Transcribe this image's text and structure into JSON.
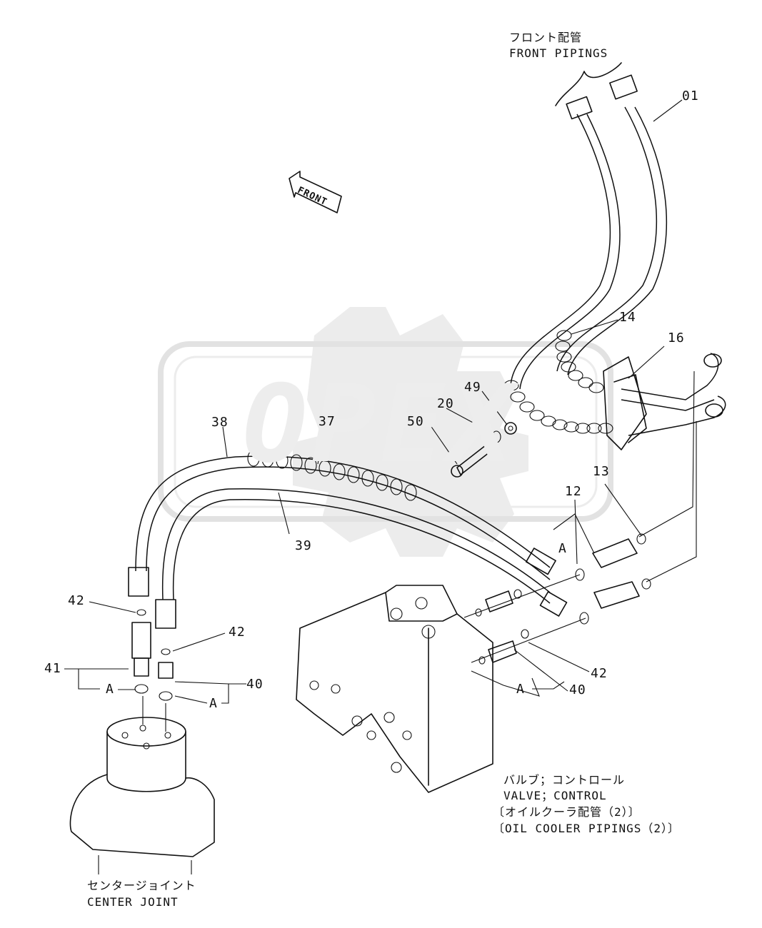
{
  "labels": {
    "front_pipings_jp": "フロント配管",
    "front_pipings_en": "FRONT PIPINGS",
    "front_arrow": "FRONT",
    "center_joint_jp": "センタージョイント",
    "center_joint_en": "CENTER JOINT",
    "valve_jp": "バルブ；コントロール",
    "valve_en": "VALVE；CONTROL",
    "oil_cooler_jp": "〔オイルクーラ配管（2）〕",
    "oil_cooler_en": "〔OIL COOLER PIPINGS（2）〕",
    "watermark": "OPEX"
  },
  "part_numbers": {
    "p01": "01",
    "p14": "14",
    "p16": "16",
    "p49": "49",
    "p20": "20",
    "p50": "50",
    "p38": "38",
    "p37": "37",
    "p39": "39",
    "p13": "13",
    "p12": "12",
    "p42a": "42",
    "p42b": "42",
    "p42c": "42",
    "p41": "41",
    "p40a": "40",
    "p40b": "40",
    "a1": "A",
    "a2": "A",
    "a3": "A",
    "a4": "A"
  }
}
